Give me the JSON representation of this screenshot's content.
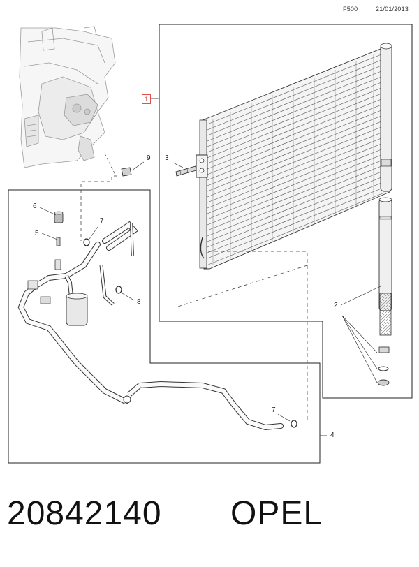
{
  "header": {
    "code": "F500",
    "date": "21/01/2013"
  },
  "callouts": {
    "condenser": "1",
    "receiver_drier": "2",
    "bolt": "3",
    "pipe_assembly": "4",
    "valve_core": "5",
    "cap": "6",
    "seal_upper": "7",
    "seal_lower": "7",
    "sealing_ring": "8",
    "nut": "9"
  },
  "footer": {
    "part_number": "20842140",
    "brand": "OPEL"
  }
}
